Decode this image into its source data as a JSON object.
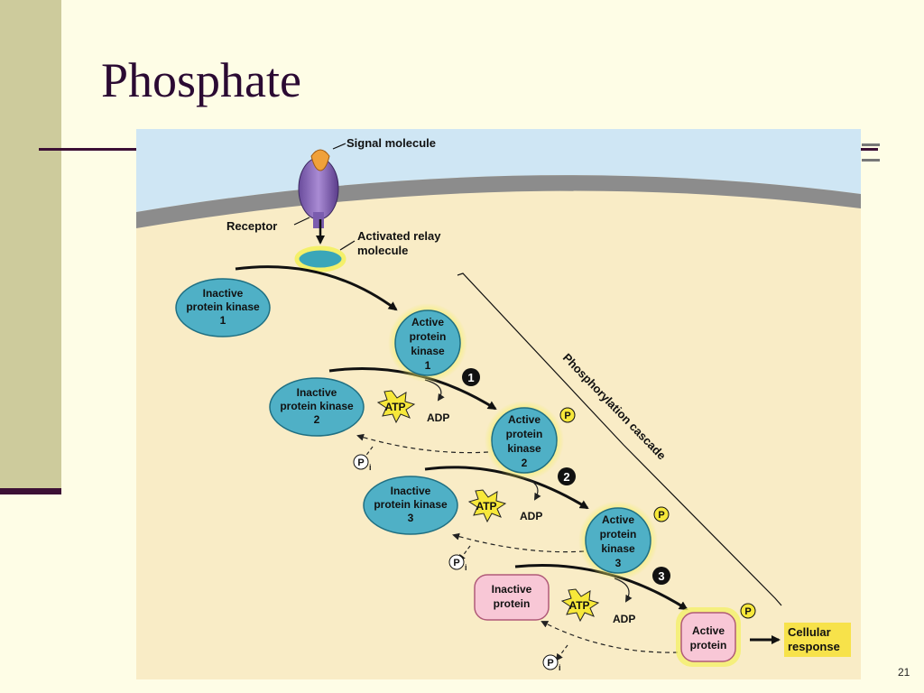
{
  "slide": {
    "title": "Phosphate",
    "page_number": "21"
  },
  "diagram": {
    "signal_molecule": "Signal molecule",
    "receptor": "Receptor",
    "relay_1": "Activated relay",
    "relay_2": "molecule",
    "cascade_label": "Phosphorylation cascade",
    "inactive_kinase_1": [
      "Inactive",
      "protein kinase",
      "1"
    ],
    "active_kinase_1": [
      "Active",
      "protein",
      "kinase",
      "1"
    ],
    "inactive_kinase_2": [
      "Inactive",
      "protein kinase",
      "2"
    ],
    "active_kinase_2": [
      "Active",
      "protein",
      "kinase",
      "2"
    ],
    "inactive_kinase_3": [
      "Inactive",
      "protein kinase",
      "3"
    ],
    "active_kinase_3": [
      "Active",
      "protein",
      "kinase",
      "3"
    ],
    "inactive_protein": [
      "Inactive",
      "protein"
    ],
    "active_protein": [
      "Active",
      "protein"
    ],
    "atp": "ATP",
    "adp": "ADP",
    "p": "P",
    "pi": "P",
    "pi_sub": "i",
    "step_1": "1",
    "step_2": "2",
    "step_3": "3",
    "cellular_response_1": "Cellular",
    "cellular_response_2": "response",
    "colors": {
      "extracellular": "#cfe6f4",
      "cytoplasm": "#f9ecc6",
      "membrane": "#8c8c8c",
      "kinase": "#4fb0c6",
      "glow": "#f4f06a",
      "inactive_protein": "#f8c7d6",
      "response_box": "#f7e24a"
    }
  }
}
